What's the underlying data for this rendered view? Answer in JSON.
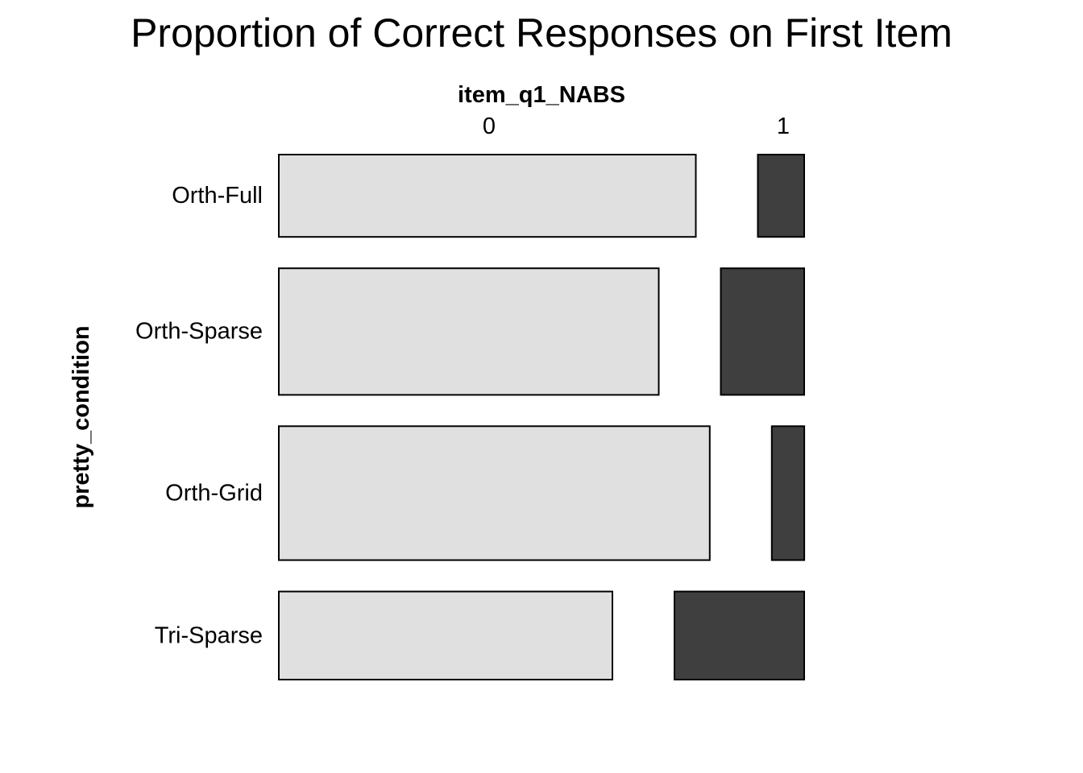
{
  "colors": {
    "level_0": "#e0e0e0",
    "level_1": "#3f3f3f",
    "border": "#000000",
    "background": "#ffffff"
  },
  "chart_data": {
    "type": "mosaic",
    "title": "Proportion of Correct Responses on First Item",
    "xlabel": "item_q1_NABS",
    "ylabel": "pretty_condition",
    "column_levels": [
      "0",
      "1"
    ],
    "rows": [
      {
        "label": "Orth-Full",
        "weight": 0.156,
        "proportions": [
          0.9,
          0.1
        ]
      },
      {
        "label": "Orth-Sparse",
        "weight": 0.24,
        "proportions": [
          0.82,
          0.18
        ]
      },
      {
        "label": "Orth-Grid",
        "weight": 0.254,
        "proportions": [
          0.93,
          0.07
        ]
      },
      {
        "label": "Tri-Sparse",
        "weight": 0.167,
        "proportions": [
          0.72,
          0.28
        ]
      }
    ]
  }
}
